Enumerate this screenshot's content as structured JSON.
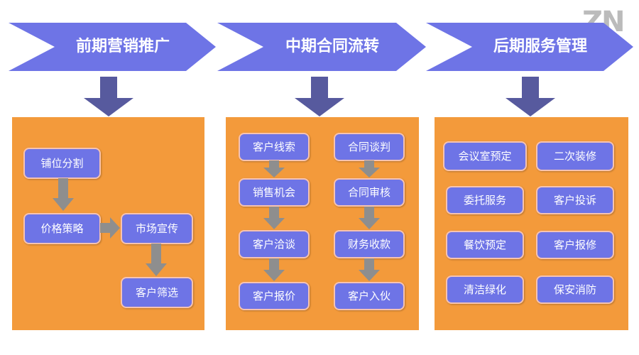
{
  "stages": [
    {
      "title": "前期营销推广"
    },
    {
      "title": "中期合同流转"
    },
    {
      "title": "后期服务管理"
    }
  ],
  "panel1": {
    "items": [
      "铺位分割",
      "价格策略",
      "市场宣传",
      "客户筛选"
    ]
  },
  "panel2": {
    "left": [
      "客户线索",
      "销售机会",
      "客户洽谈",
      "客户报价"
    ],
    "right": [
      "合同谈判",
      "合同审核",
      "财务收款",
      "客户入伙"
    ]
  },
  "panel3": {
    "items": [
      "会议室预定",
      "二次装修",
      "委托服务",
      "客户投诉",
      "餐饮预定",
      "客户报修",
      "清洁绿化",
      "保安消防"
    ]
  },
  "watermark": "ZN",
  "colors": {
    "banner": "#6E74E6",
    "panel": "#F39A3B",
    "down_arrow": "#575A9E",
    "small_arrow": "#8E8E8E"
  }
}
